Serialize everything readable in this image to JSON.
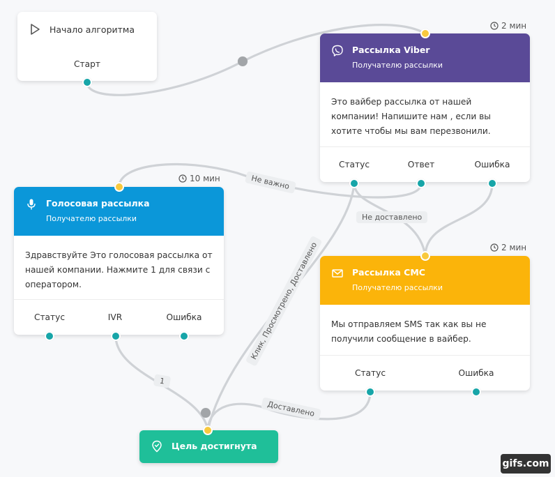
{
  "start": {
    "title": "Начало алгоритма",
    "port": "Старт"
  },
  "viber": {
    "title": "Рассылка Viber",
    "subtitle": "Получателю рассылки",
    "time": "2 мин",
    "text": "Это вайбер рассылка от нашей компании! Напишите нам , если вы хотите чтобы мы вам перезвонили.",
    "ports": [
      "Статус",
      "Ответ",
      "Ошибка"
    ],
    "color": "#5a4a97"
  },
  "voice": {
    "title": "Голосовая рассылка",
    "subtitle": "Получателю рассылки",
    "time": "10 мин",
    "text": "Здравствуйте Это голосовая рассылка от нашей компании. Нажмите 1 для связи с оператором.",
    "ports": [
      "Статус",
      "IVR",
      "Ошибка"
    ],
    "color": "#0b97d9"
  },
  "sms": {
    "title": "Рассылка СМС",
    "subtitle": "Получателю рассылки",
    "time": "2 мин",
    "text": "Мы отправляем SMS так как вы не получили сообщение в вайбер.",
    "ports": [
      "Статус",
      "Ошибка"
    ],
    "color": "#fbb40a"
  },
  "goal": {
    "title": "Цель достигнута",
    "color": "#1fbf99"
  },
  "edge_labels": {
    "not_important": "Не важно",
    "not_delivered": "Не доставлено",
    "click_viewed": "Клик, Просмотрено, Доставлено",
    "one": "1",
    "delivered": "Доставлено"
  },
  "watermark": "gifs.com"
}
